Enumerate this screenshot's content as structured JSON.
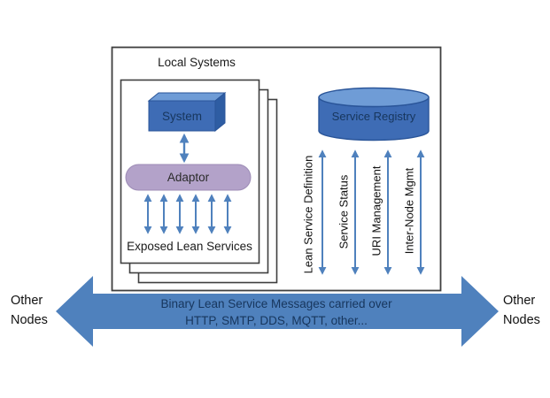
{
  "local_systems": {
    "title": "Local Systems",
    "system": "System",
    "adaptor": "Adaptor",
    "exposed": "Exposed Lean Services"
  },
  "registry": {
    "label": "Service Registry",
    "channels": [
      "Lean Service Definition",
      "Service Status",
      "URI Management",
      "Inter-Node Mgmt"
    ]
  },
  "bus": {
    "line1": "Binary Lean Service Messages carried over",
    "line2": "HTTP, SMTP, DDS, MQTT, other...",
    "left_node": "Other\nNodes",
    "right_node": "Other\nNodes"
  },
  "colors": {
    "arrow_blue": "#4f81bd",
    "shape_blue": "#3e6cb5",
    "shape_blue_light": "#6f9cd6",
    "shape_blue_dark": "#2a5599",
    "adaptor_purple": "#b3a2c9",
    "text_navy": "#17365d",
    "outline_gray": "#3f3f3f"
  }
}
